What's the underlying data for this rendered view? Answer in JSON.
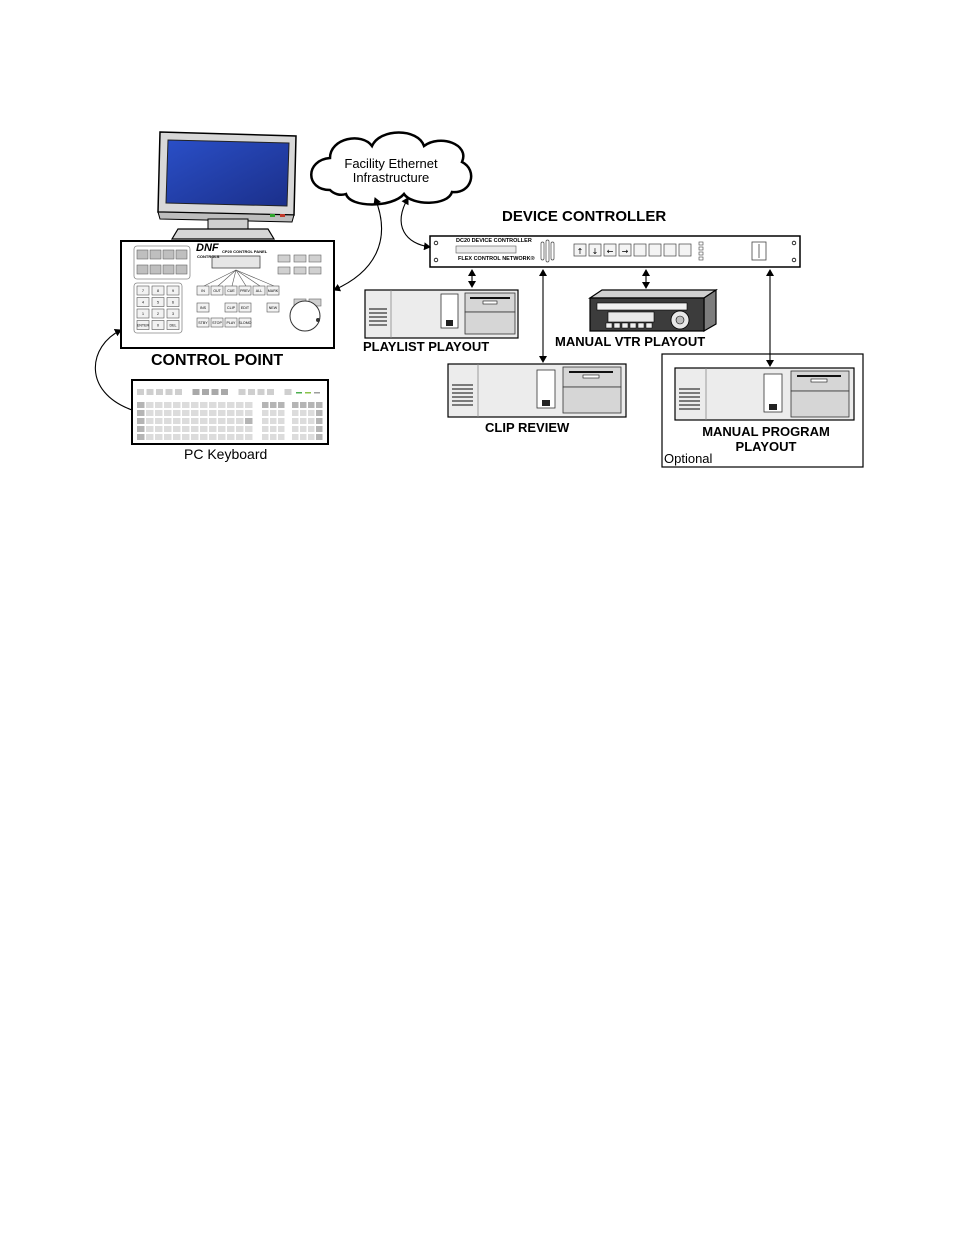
{
  "cloud": {
    "line1": "Facility Ethernet",
    "line2": "Infrastructure"
  },
  "device_controller": {
    "title": "DEVICE CONTROLLER",
    "panel_name": "DC20 DEVICE CONTROLLER",
    "panel_brand": "FLEX CONTROL NETWORK®"
  },
  "control_panel": {
    "brand": "DNF",
    "brand_sub": "CONTROLS",
    "panel_name": "CP20 CONTROL PANEL",
    "buttons": [
      "IN",
      "OUT",
      "CUE",
      "PREV",
      "ALL",
      "MARK",
      "INS",
      "CLIP",
      "EDIT",
      "NEW",
      "STBY",
      "STOP",
      "PLAY",
      "SLOMO"
    ],
    "keypad": [
      "7",
      "8",
      "9",
      "4",
      "5",
      "6",
      "1",
      "2",
      "3",
      "ENTER",
      "0",
      "DEL"
    ]
  },
  "labels": {
    "control_point": "CONTROL POINT",
    "pc_keyboard": "PC Keyboard",
    "playlist_playout": "PLAYLIST PLAYOUT",
    "manual_vtr_playout": "MANUAL VTR PLAYOUT",
    "clip_review": "CLIP REVIEW",
    "manual_program_line1": "MANUAL PROGRAM",
    "manual_program_line2": "PLAYOUT",
    "optional": "Optional"
  }
}
